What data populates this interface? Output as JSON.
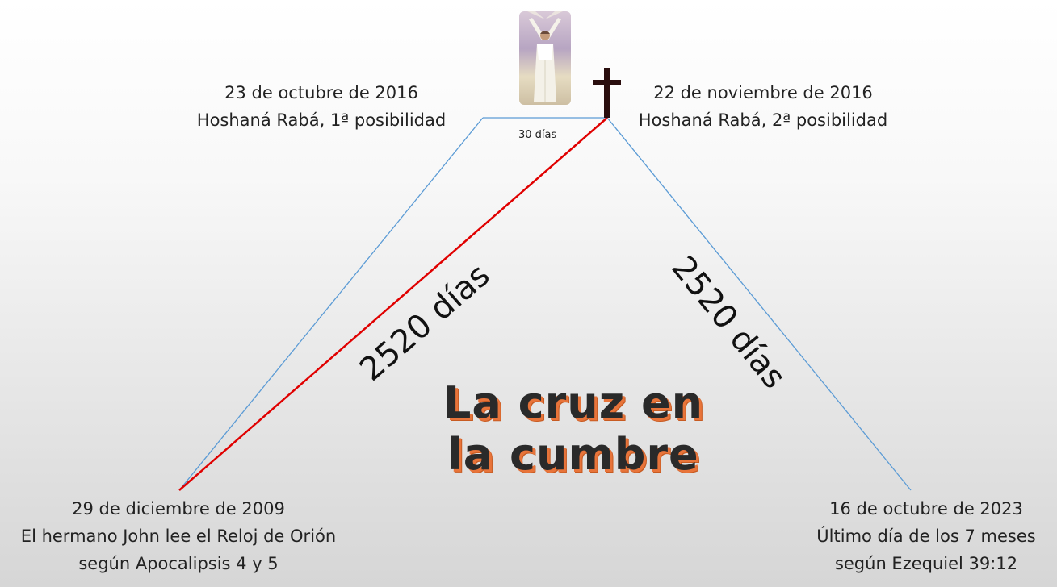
{
  "title": {
    "line1": "La cruz en",
    "line2": "la cumbre"
  },
  "top_left": {
    "date": "23 de octubre de 2016",
    "desc": "Hoshaná Rabá, 1ª posibilidad"
  },
  "top_right": {
    "date": "22 de noviembre de 2016",
    "desc": "Hoshaná Rabá, 2ª posibilidad"
  },
  "gap_label": "30 días",
  "left_slope_label": "2520 días",
  "right_slope_label": "2520 días",
  "bottom_left": {
    "date": "29 de diciembre de 2009",
    "line2": "El hermano John lee el Reloj de Orión",
    "line3": "según Apocalipsis 4 y 5"
  },
  "bottom_right": {
    "date": "16 de octubre de 2023",
    "line2": "Último día de los 7 meses",
    "line3": "según Ezequiel 39:12"
  },
  "colors": {
    "mountain_line": "#5b9bd5",
    "red_line": "#e00000",
    "cross": "#2a0e0e",
    "title_shadow": "#e8743a"
  },
  "icons": {
    "cross": "cross-icon",
    "picture": "man-with-raised-arms-picture"
  }
}
